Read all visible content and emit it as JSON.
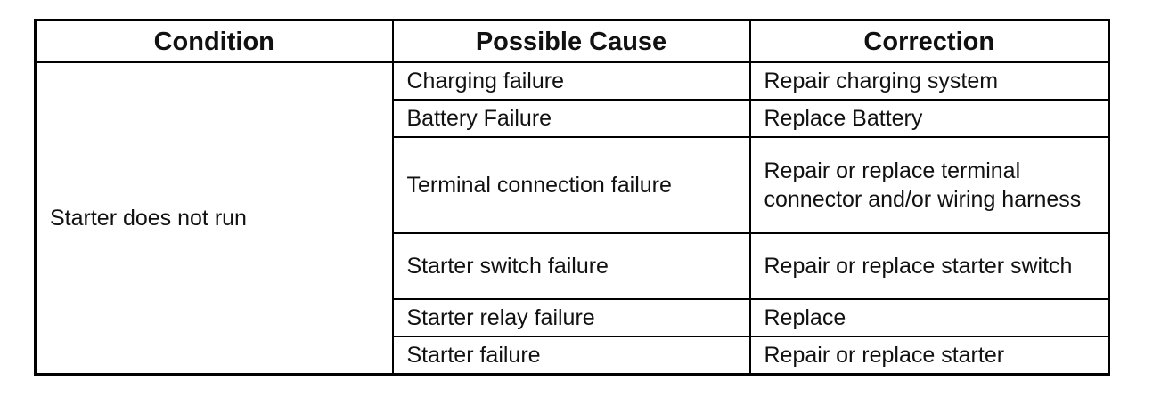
{
  "table": {
    "headers": {
      "condition": "Condition",
      "cause": "Possible Cause",
      "correction": "Correction"
    },
    "condition": "Starter does not run",
    "rows": [
      {
        "cause": "Charging failure",
        "correction": "Repair charging system"
      },
      {
        "cause": "Battery Failure",
        "correction": "Replace Battery"
      },
      {
        "cause": "Terminal connection failure",
        "correction": "Repair or replace terminal connector and/or wiring harness"
      },
      {
        "cause": "Starter switch failure",
        "correction": "Repair or replace starter switch"
      },
      {
        "cause": "Starter relay failure",
        "correction": "Replace"
      },
      {
        "cause": "Starter failure",
        "correction": "Repair or replace starter"
      }
    ]
  }
}
